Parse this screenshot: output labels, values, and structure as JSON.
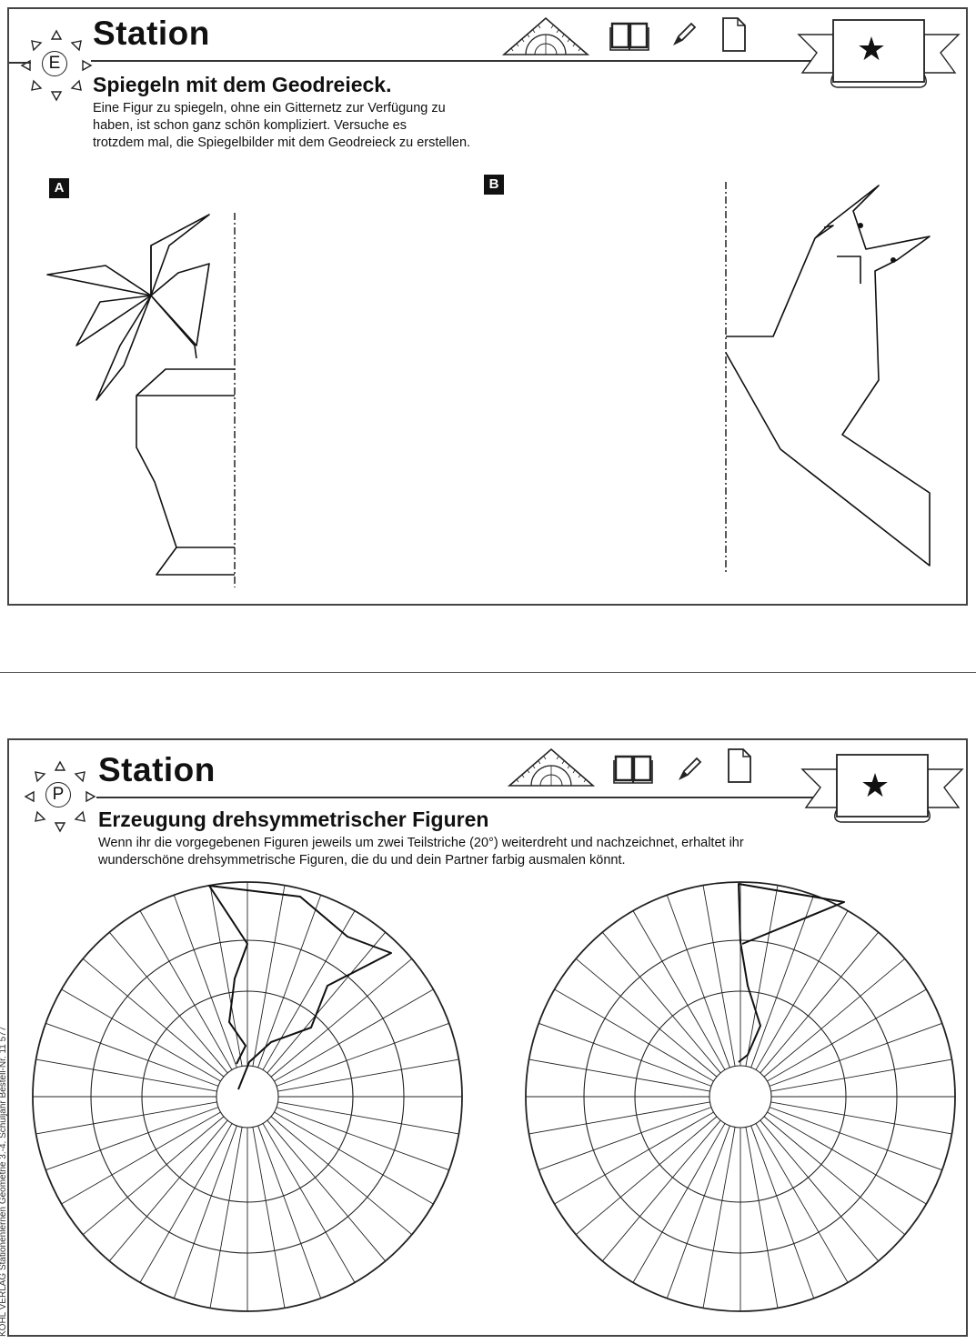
{
  "station_e": {
    "title": "Station",
    "letter": "E",
    "subtitle": "Spiegeln mit dem Geodreieck.",
    "description": [
      "Eine Figur zu spiegeln, ohne ein Gitternetz zur Verfügung zu",
      "haben, ist schon ganz schön kompliziert. Versuche es",
      "trotzdem mal, die Spiegelbilder mit dem Geodreieck zu erstellen."
    ],
    "label_a": "A",
    "label_b": "B",
    "star": "★"
  },
  "station_p": {
    "title": "Station",
    "letter": "P",
    "subtitle": "Erzeugung drehsymmetrischer Figuren",
    "description": [
      "Wenn ihr die vorgegebenen Figuren jeweils um zwei Teilstriche (20°) weiterdreht und nachzeichnet, erhaltet ihr",
      "wunderschöne drehsymmetrische Figuren, die du und dein Partner farbig ausmalen könnt."
    ],
    "star": "★"
  },
  "side_credit": "KOHL VERLAG   Stationenlernen Geometrie 3.-4. Schuljahr   Bestell-Nr. 11 577",
  "icons": [
    "geodreieck-icon",
    "book-icon",
    "pencil-icon",
    "page-icon",
    "star-ribbon-icon",
    "sun-icon"
  ]
}
